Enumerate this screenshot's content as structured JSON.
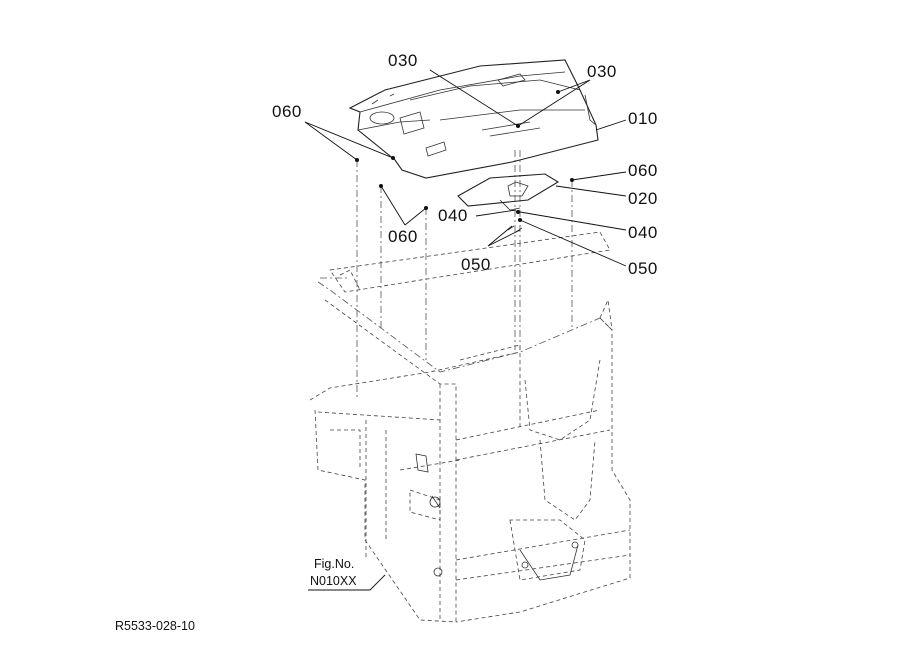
{
  "callouts": {
    "c010": "010",
    "c020": "020",
    "c030_top": "030",
    "c030_right": "030",
    "c040_left": "040",
    "c040_right": "040",
    "c050_left": "050",
    "c050_right": "050",
    "c060_top": "060",
    "c060_mid": "060",
    "c060_right": "060"
  },
  "figure_ref": {
    "line1": "Fig.No.",
    "line2": "N010XX"
  },
  "drawing_code": "R5533-028-10"
}
